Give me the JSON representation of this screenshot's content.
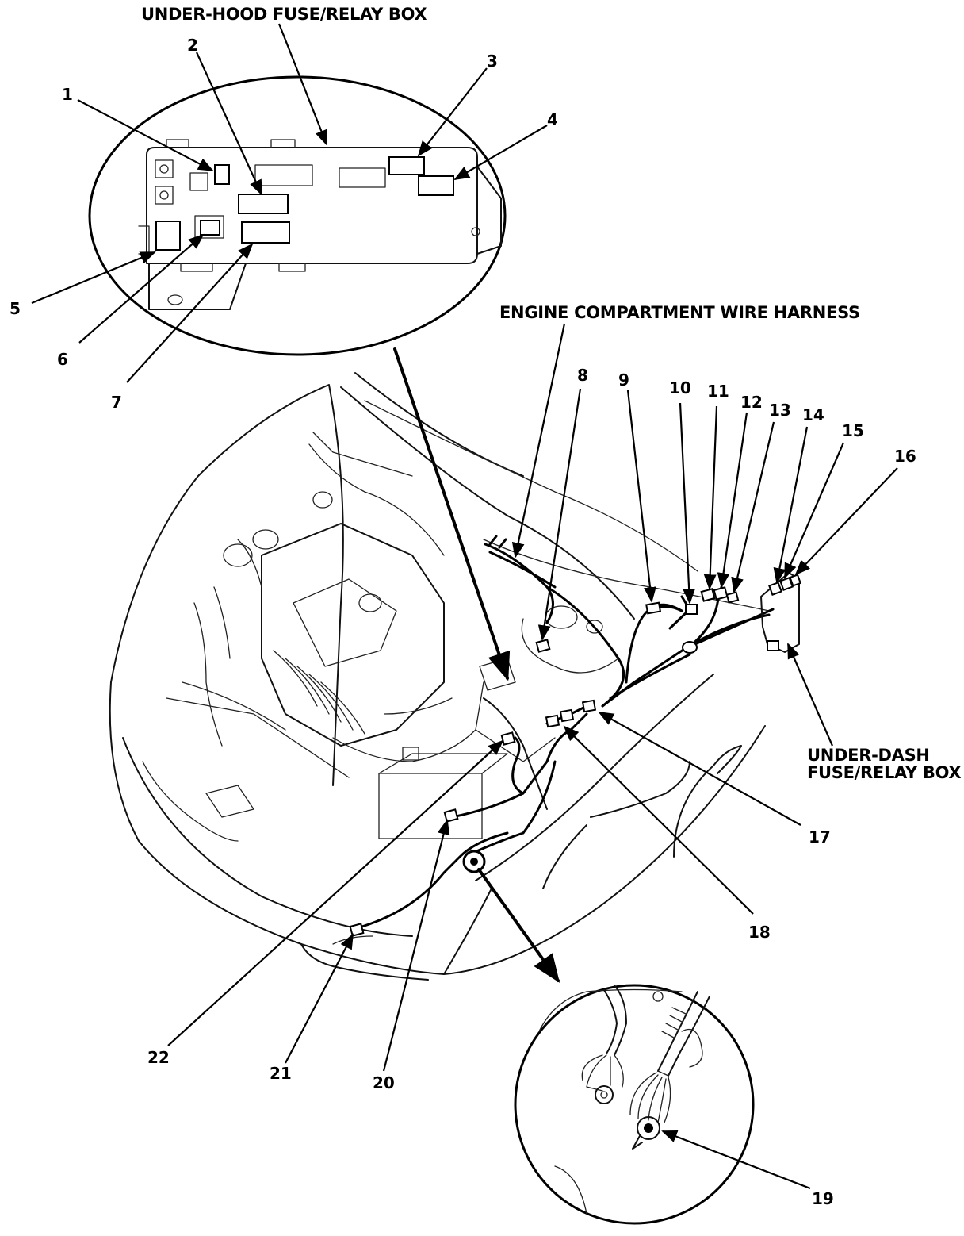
{
  "labels": {
    "under_hood_box": "UNDER-HOOD FUSE/RELAY BOX",
    "engine_harness": "ENGINE COMPARTMENT WIRE HARNESS",
    "under_dash_box_line1": "UNDER-DASH",
    "under_dash_box_line2": "FUSE/RELAY BOX"
  },
  "callouts": [
    "1",
    "2",
    "3",
    "4",
    "5",
    "6",
    "7",
    "8",
    "9",
    "10",
    "11",
    "12",
    "13",
    "14",
    "15",
    "16",
    "17",
    "18",
    "19",
    "20",
    "21",
    "22"
  ]
}
